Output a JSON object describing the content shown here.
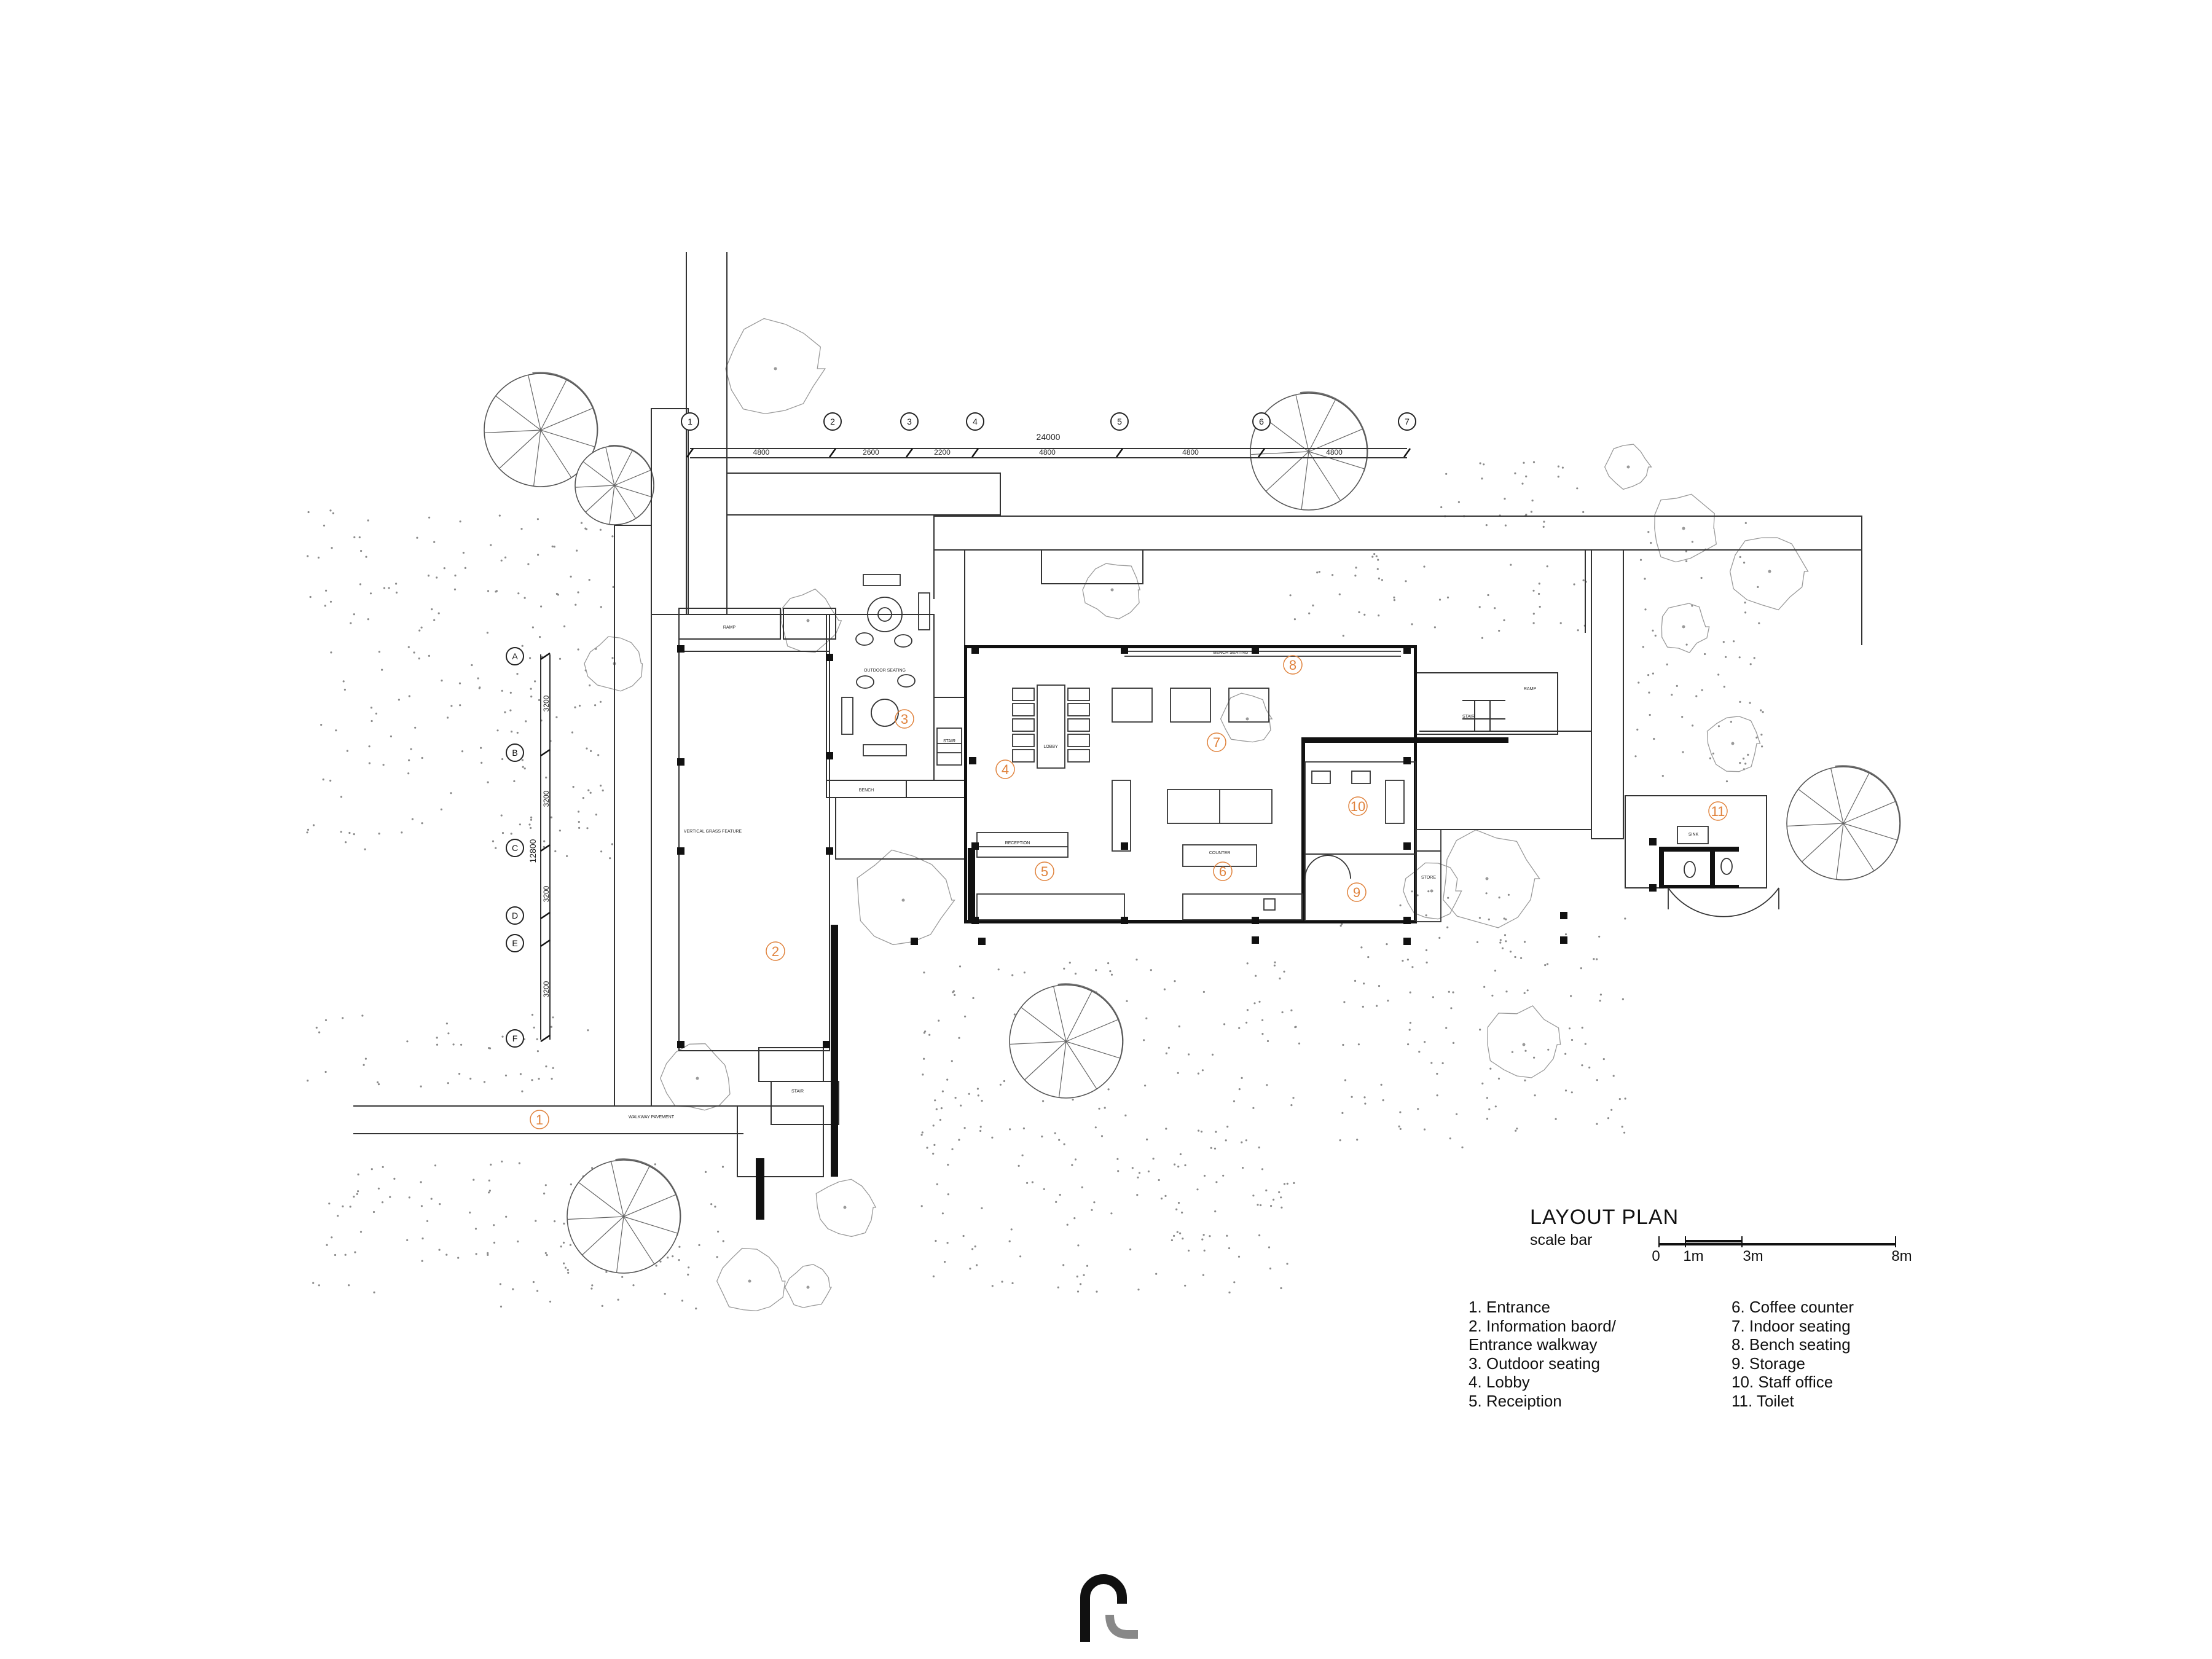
{
  "plan": {
    "title": "LAYOUT PLAN",
    "subtitle": "scale bar"
  },
  "scale_bar": {
    "ticks": [
      "0",
      "1m",
      "3m",
      "8m"
    ]
  },
  "grid": {
    "columns": [
      "1",
      "2",
      "3",
      "4",
      "5",
      "6",
      "7"
    ],
    "rows": [
      "A",
      "B",
      "C",
      "D",
      "E",
      "F"
    ],
    "total_dimension": "24000",
    "column_spacings": [
      "4800",
      "2600",
      "2200",
      "4800",
      "4800",
      "4800"
    ],
    "row_total_dimension": "12800",
    "row_spacings": [
      "3200",
      "3200",
      "3200",
      "3200"
    ]
  },
  "room_labels": {
    "ramp_top": "RAMP",
    "vertical_fixture": "VERTICAL GRASS FEATURE",
    "outdoor_seating": "OUTDOOR SEATING",
    "bench": "BENCH",
    "stair_small": "STAIR",
    "lobby": "LOBBY",
    "reception": "RECEPTION",
    "counter": "COUNTER",
    "bench_seating": "BENCH SEATING",
    "store": "STORE",
    "ramp_right": "RAMP",
    "stair_right": "STAIR",
    "sink": "SINK",
    "walkway": "WALKWAY PAVEMENT",
    "stair_bottom": "STAIR"
  },
  "room_numbers": [
    "1",
    "2",
    "3",
    "4",
    "5",
    "6",
    "7",
    "8",
    "9",
    "10",
    "11"
  ],
  "legend": {
    "left": [
      "1. Entrance",
      "2. Information baord/",
      "Entrance walkway",
      "3. Outdoor seating",
      "4. Lobby",
      "5. Receiption"
    ],
    "right": [
      "6. Coffee counter",
      "7. Indoor seating",
      "8. Bench seating",
      "9. Storage",
      "10. Staff office",
      "11. Toilet"
    ]
  },
  "colors": {
    "line": "#333333",
    "wall": "#111111",
    "room_number": "#e0823c",
    "tree_shadow": "#6f6f6f"
  },
  "icons": [
    "tree-icon",
    "shrub-icon",
    "logo-icon"
  ]
}
